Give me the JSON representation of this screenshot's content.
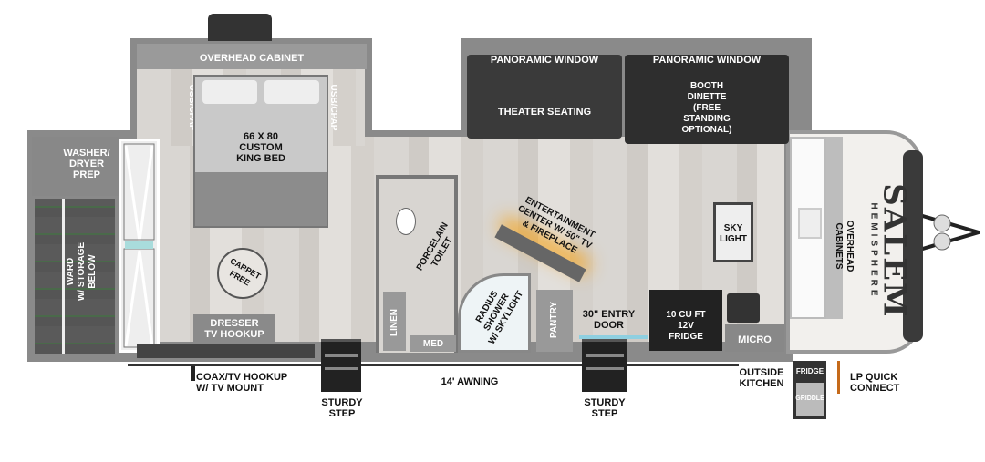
{
  "labels": {
    "overhead_cabinet": "OVERHEAD CABINET",
    "usb_cpap_left": "USB/CPAP",
    "usb_cpap_right": "USB/CPAP",
    "bed": [
      "66 X 80",
      "CUSTOM",
      "KING BED"
    ],
    "panoramic_window_1": "PANORAMIC WINDOW",
    "panoramic_window_2": "PANORAMIC WINDOW",
    "theater_seating": "THEATER SEATING",
    "booth_dinette": [
      "BOOTH",
      "DINETTE",
      "(FREE",
      "STANDING",
      "OPTIONAL)"
    ],
    "washer_dryer": [
      "WASHER/",
      "DRYER",
      "PREP"
    ],
    "wardrobe": [
      "WARD",
      "W/ STORAGE",
      "BELOW"
    ],
    "carpet_free": [
      "CARPET",
      "FREE"
    ],
    "dresser": [
      "DRESSER",
      "TV HOOKUP"
    ],
    "toilet": [
      "PORCELAIN",
      "TOILET"
    ],
    "entertainment": [
      "ENTERTAINMENT",
      "CENTER W/ 50\" TV",
      "& FIREPLACE"
    ],
    "skylight": [
      "SKY",
      "LIGHT"
    ],
    "overhead_cabinets": [
      "OVERHEAD",
      "CABINETS"
    ],
    "linen": "LINEN",
    "med": "MED",
    "shower": [
      "RADIUS",
      "SHOWER",
      "W/ SKYLIGHT"
    ],
    "pantry": "PANTRY",
    "entry_door": [
      "30\" ENTRY",
      "DOOR"
    ],
    "fridge": [
      "10 CU FT",
      "12V",
      "FRIDGE"
    ],
    "micro": "MICRO",
    "coax": [
      "COAX/TV HOOKUP",
      "W/ TV MOUNT"
    ],
    "awning": "14' AWNING",
    "sturdy_step_1": [
      "STURDY",
      "STEP"
    ],
    "sturdy_step_2": [
      "STURDY",
      "STEP"
    ],
    "outside_kitchen": [
      "OUTSIDE",
      "KITCHEN"
    ],
    "outside_fridge": "FRIDGE",
    "griddle": "GRIDDLE",
    "lp": [
      "LP QUICK",
      "CONNECT"
    ]
  },
  "logo": {
    "brand": "SALEM",
    "sub": "HEMISPHERE"
  }
}
